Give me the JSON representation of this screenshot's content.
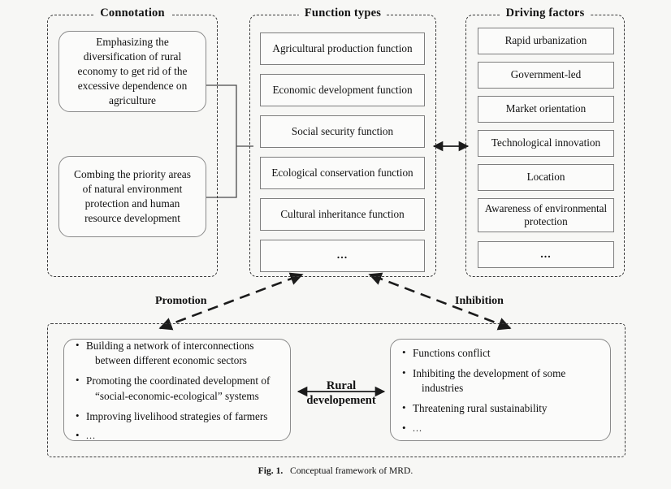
{
  "figure": {
    "caption_label": "Fig. 1.",
    "caption_text": "Conceptual framework of MRD."
  },
  "connotation": {
    "title": "Connotation",
    "items": [
      "Emphasizing the diversification of rural economy to get rid of the excessive dependence on agriculture",
      "Combing the priority areas of natural environment protection and human resource development"
    ]
  },
  "function_types": {
    "title": "Function types",
    "items": [
      "Agricultural production function",
      "Economic development function",
      "Social security function",
      "Ecological conservation function",
      "Cultural inheritance function",
      "..."
    ]
  },
  "driving_factors": {
    "title": "Driving factors",
    "items": [
      "Rapid urbanization",
      "Government-led",
      "Market orientation",
      "Technological innovation",
      "Location",
      "Awareness of environmental protection",
      "..."
    ]
  },
  "outcomes": {
    "promotion_label": "Promotion",
    "inhibition_label": "Inhibition",
    "center_label_line1": "Rural",
    "center_label_line2": "developement",
    "promotion_items": [
      {
        "text": "Building a network of interconnections",
        "cont": "between different economic sectors"
      },
      {
        "text": "Promoting the coordinated development of",
        "cont": "“social-economic-ecological” systems"
      },
      {
        "text": "Improving livelihood strategies of farmers",
        "cont": ""
      },
      {
        "text": "...",
        "cont": ""
      }
    ],
    "inhibition_items": [
      {
        "text": "Functions conflict",
        "cont": ""
      },
      {
        "text": "Inhibiting the development of some",
        "cont": "industries"
      },
      {
        "text": "Threatening rural sustainability",
        "cont": ""
      },
      {
        "text": "...",
        "cont": ""
      }
    ]
  },
  "colors": {
    "background": "#f7f7f5",
    "box_fill": "#fbfbfa",
    "box_border": "#7d7d7d",
    "dashed_border": "#3a3a3a",
    "text": "#111111",
    "arrow": "#1b1b1b"
  }
}
